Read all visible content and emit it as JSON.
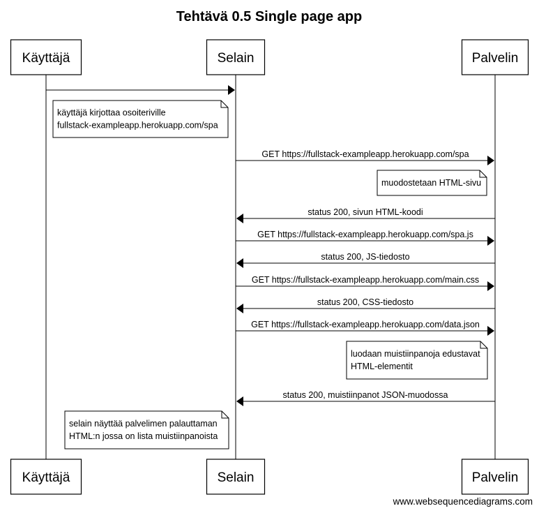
{
  "title": "Tehtävä 0.5 Single page app",
  "participants": [
    {
      "id": "user",
      "label": "Käyttäjä"
    },
    {
      "id": "browser",
      "label": "Selain"
    },
    {
      "id": "server",
      "label": "Palvelin"
    }
  ],
  "steps": [
    {
      "kind": "message",
      "from": "user",
      "to": "browser",
      "label": ""
    },
    {
      "kind": "note",
      "at": "user",
      "lines": [
        "käyttäjä kirjottaa osoiteriville",
        "fullstack-exampleapp.herokuapp.com/spa"
      ]
    },
    {
      "kind": "message",
      "from": "browser",
      "to": "server",
      "label": "GET https://fullstack-exampleapp.herokuapp.com/spa"
    },
    {
      "kind": "note",
      "at": "server",
      "lines": [
        "muodostetaan HTML-sivu"
      ]
    },
    {
      "kind": "message",
      "from": "server",
      "to": "browser",
      "label": "status 200, sivun HTML-koodi"
    },
    {
      "kind": "message",
      "from": "browser",
      "to": "server",
      "label": "GET https://fullstack-exampleapp.herokuapp.com/spa.js"
    },
    {
      "kind": "message",
      "from": "server",
      "to": "browser",
      "label": "status 200, JS-tiedosto"
    },
    {
      "kind": "message",
      "from": "browser",
      "to": "server",
      "label": "GET https://fullstack-exampleapp.herokuapp.com/main.css"
    },
    {
      "kind": "message",
      "from": "server",
      "to": "browser",
      "label": "status 200, CSS-tiedosto"
    },
    {
      "kind": "message",
      "from": "browser",
      "to": "server",
      "label": "GET https://fullstack-exampleapp.herokuapp.com/data.json"
    },
    {
      "kind": "note",
      "at": "server",
      "lines": [
        "luodaan muistiinpanoja edustavat",
        "HTML-elementit"
      ]
    },
    {
      "kind": "message",
      "from": "server",
      "to": "browser",
      "label": "status 200, muistiinpanot JSON-muodossa"
    },
    {
      "kind": "note",
      "at": "user",
      "lines": [
        "selain näyttää palvelimen palauttaman",
        "HTML:n jossa on lista muistiinpanoista"
      ]
    }
  ],
  "footer": "www.websequencediagrams.com"
}
